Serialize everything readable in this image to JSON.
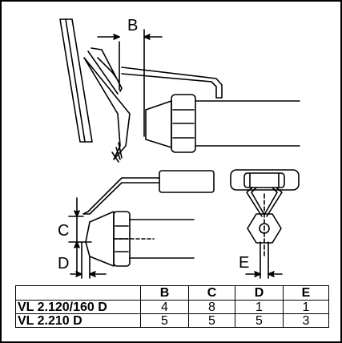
{
  "labels": {
    "b": "B",
    "c": "C",
    "d": "D",
    "e": "E"
  },
  "table": {
    "corner": "",
    "headers": [
      "B",
      "C",
      "D",
      "E"
    ],
    "rows": [
      {
        "model": "VL 2.120/160 D",
        "values": [
          "4",
          "8",
          "1",
          "1"
        ]
      },
      {
        "model": "VL 2.210 D",
        "values": [
          "5",
          "5",
          "5",
          "3"
        ]
      }
    ]
  }
}
